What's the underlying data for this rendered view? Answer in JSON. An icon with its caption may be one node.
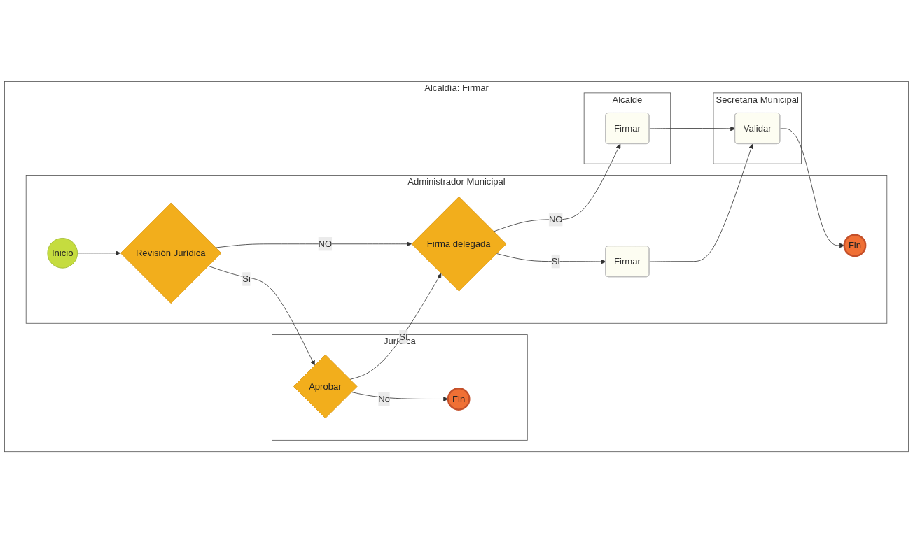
{
  "diagram": {
    "nodes": [
      {
        "text": [
          "Alcaldía: Firmar"
        ]
      },
      {
        "text": [
          "Administrador Municipal"
        ],
        "in": 0
      },
      {
        "text": [
          "Jurídica"
        ],
        "in": 0
      },
      {
        "text": [
          "Alcalde"
        ],
        "in": 0
      },
      {
        "text": [
          "Secretaria Municipal"
        ],
        "in": 0
      },
      {
        "text": [
          "Inicio"
        ],
        "in": 1
      },
      {
        "text": [
          "Revisión Jurídica"
        ],
        "in": 1
      },
      {
        "text": [
          "Firma delegada"
        ],
        "in": 1
      },
      {
        "text": [
          "Firmar"
        ],
        "in": 1
      },
      {
        "text": [
          "Fin"
        ],
        "in": 1
      },
      {
        "text": [
          "Fin"
        ],
        "in": 2
      },
      {
        "text": [
          "Aprobar"
        ],
        "in": 2
      },
      {
        "text": [
          "Firmar"
        ],
        "in": 3
      },
      {
        "text": [
          "Validar"
        ],
        "in": 4
      }
    ],
    "edges": [
      {
        "from": 5,
        "to": 6,
        "arrow": "to"
      },
      {
        "from": 6,
        "to": 7,
        "arrow": "to",
        "label": "NO"
      },
      {
        "from": 6,
        "to": 11,
        "arrow": "to",
        "label": "Si"
      },
      {
        "from": 11,
        "to": 10,
        "arrow": "to",
        "label": "No"
      },
      {
        "from": 11,
        "to": 7,
        "arrow": "to",
        "label": "SI"
      },
      {
        "from": 7,
        "to": 8,
        "arrow": "to",
        "label": "SI"
      },
      {
        "from": 7,
        "to": 12,
        "arrow": "to",
        "label": "NO"
      },
      {
        "from": 8,
        "to": 13,
        "arrow": "to"
      },
      {
        "from": 12,
        "to": 13,
        "arrow": "to"
      },
      {
        "from": 13,
        "to": 9,
        "arrow": "to"
      }
    ]
  }
}
